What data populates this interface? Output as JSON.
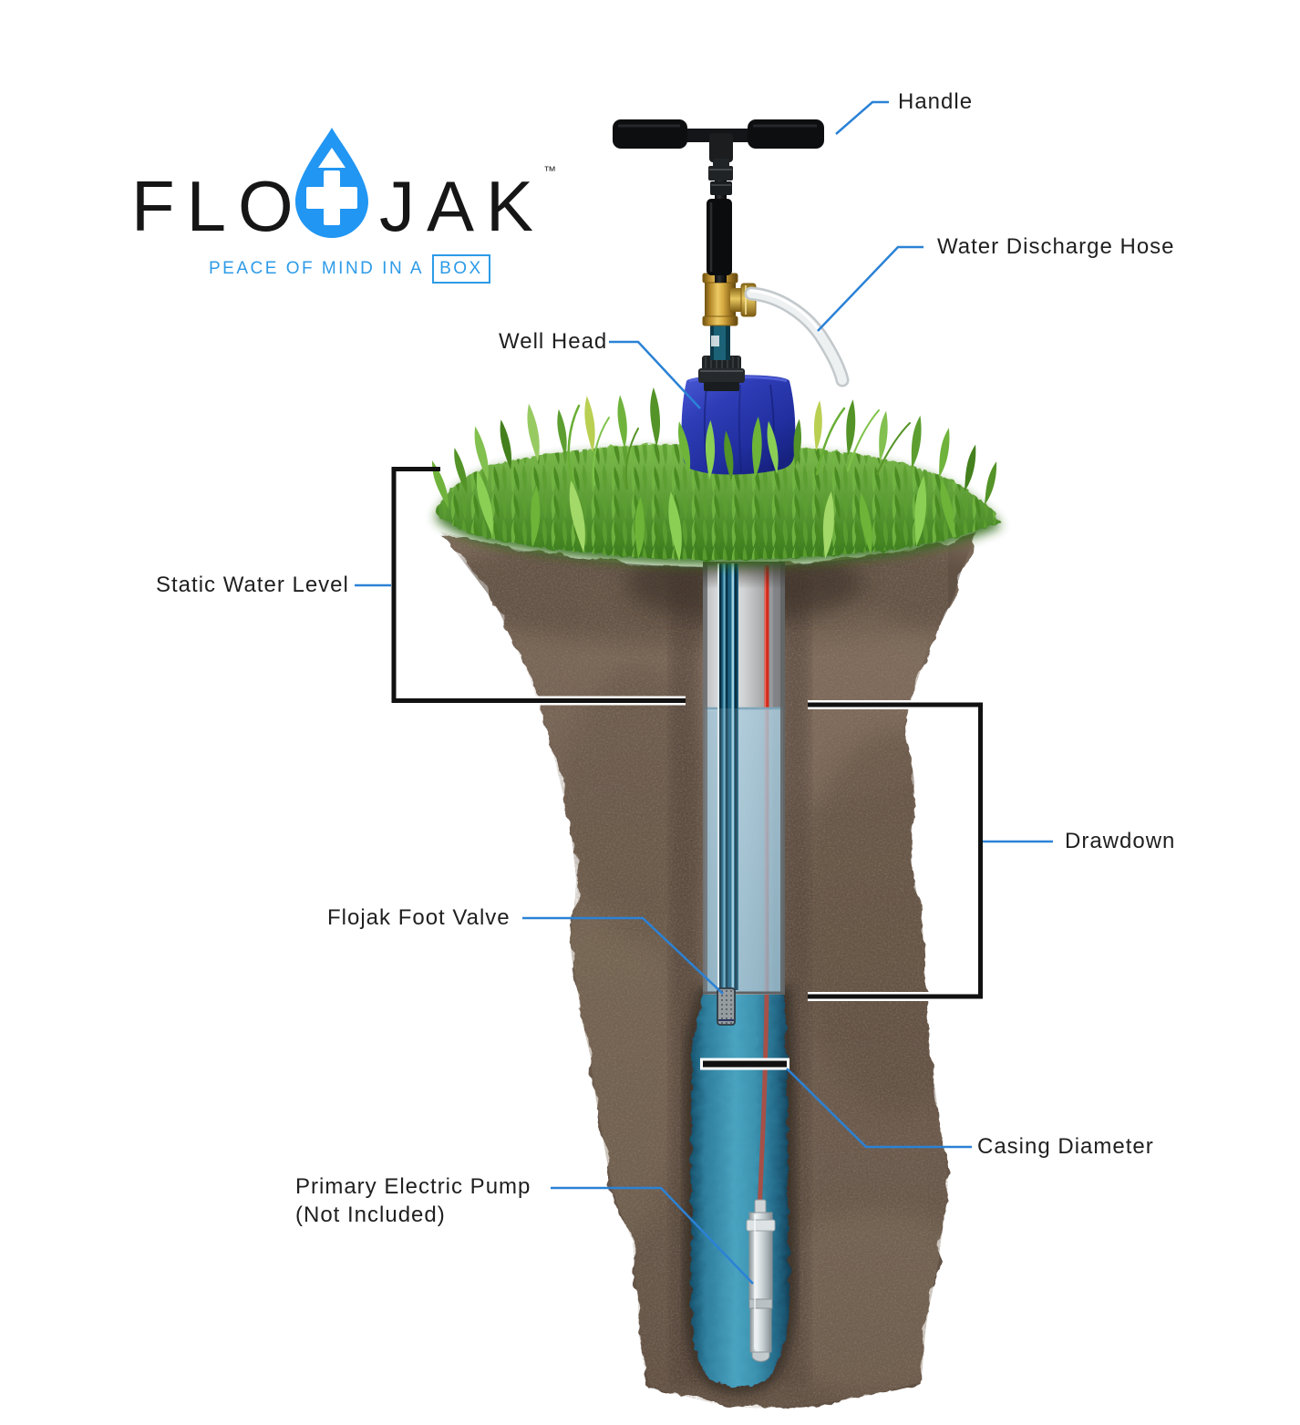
{
  "brand": {
    "logo_flo": "FLO",
    "logo_jak": "JAK",
    "trademark": "™",
    "tagline_prefix": "PEACE OF MIND IN A",
    "tagline_box": "BOX"
  },
  "annotations": {
    "handle": "Handle",
    "water_discharge_hose": "Water Discharge Hose",
    "well_head": "Well Head",
    "static_water_level": "Static Water Level",
    "drawdown": "Drawdown",
    "flojak_foot_valve": "Flojak Foot Valve",
    "casing_diameter": "Casing Diameter",
    "primary_electric_pump": "Primary Electric Pump",
    "primary_electric_pump_note": "(Not Included)"
  },
  "colors": {
    "brand_blue": "#2196f3",
    "tagline_blue": "#2d9be8",
    "leader_blue": "#2b82d6",
    "bracket_black": "#111111",
    "label_text": "#1f1f1f",
    "grass_green": "#5c9e30",
    "soil_brown": "#6f5e51",
    "casing_gray": "#c7c9ca",
    "water_light": "#9ec2d4",
    "water_deep": "#3a93b0",
    "pipe_teal": "#1d6383",
    "cable_red": "#d22b1c",
    "brass_gold": "#c89a30",
    "well_cover_blue": "#2e3db6",
    "hose_white": "#f2f4f5",
    "handle_black": "#17181b",
    "pump_silver": "#d3dadc"
  }
}
